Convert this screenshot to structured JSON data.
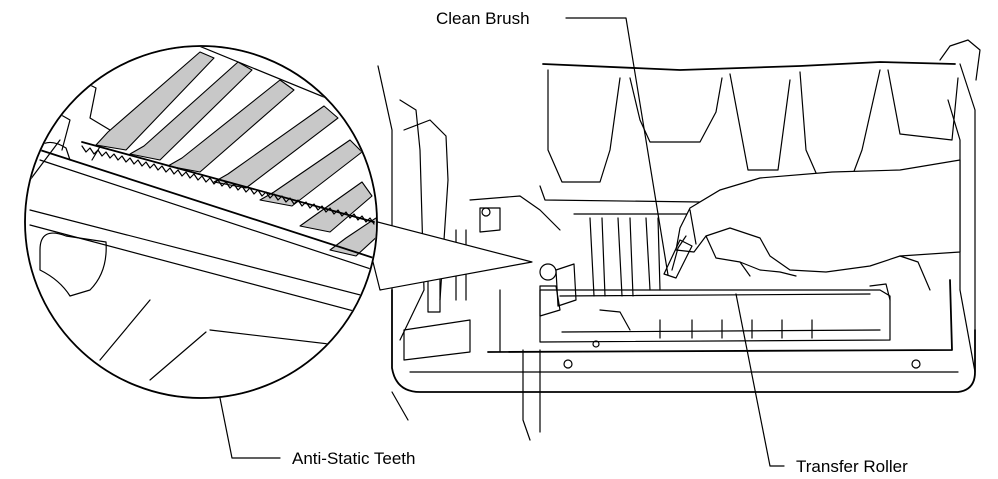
{
  "diagram": {
    "callouts": {
      "clean_brush": "Clean Brush",
      "anti_static_teeth": "Anti-Static Teeth",
      "transfer_roller": "Transfer Roller"
    },
    "colors": {
      "line": "#000000",
      "belt_shading": "#c8c8c8",
      "background": "#ffffff"
    }
  }
}
